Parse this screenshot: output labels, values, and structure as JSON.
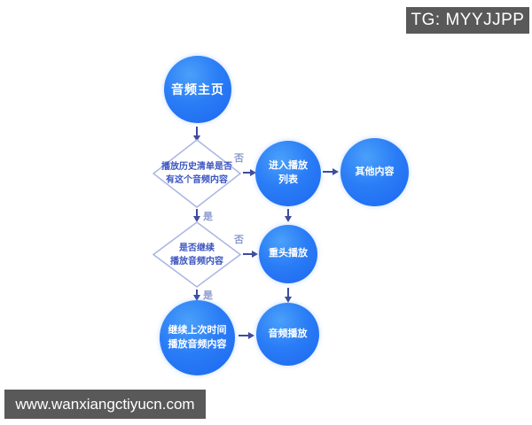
{
  "watermarks": {
    "tg_badge": "TG: MYYJJPP",
    "site_url": "www.wanxiangctiyucn.com"
  },
  "flowchart": {
    "nodes": {
      "start": {
        "label": "音频主页"
      },
      "decision1": {
        "line1": "播放历史清单是否",
        "line2": "有这个音频内容"
      },
      "enter_playlist": {
        "line1": "进入播放",
        "line2": "列表"
      },
      "other_content": {
        "label": "其他内容"
      },
      "decision2": {
        "line1": "是否继续",
        "line2": "播放音频内容"
      },
      "replay_from_start": {
        "label": "重头播放"
      },
      "continue_last_time": {
        "line1": "继续上次时间",
        "line2": "播放音频内容"
      },
      "audio_play": {
        "label": "音频播放"
      }
    },
    "edge_labels": {
      "decision1_no": "否",
      "decision1_yes": "是",
      "decision2_no": "否",
      "decision2_yes": "是"
    },
    "colors": {
      "node_fill": "#2b7df6",
      "node_text": "#ffffff",
      "arrow": "#3e4c9f",
      "diamond_border": "#aab5e3",
      "diamond_text": "#3a55c0",
      "edge_label_text": "#8d9cce",
      "watermark_bg": "#595959",
      "watermark_text": "#ffffff",
      "background": "#ffffff"
    }
  }
}
